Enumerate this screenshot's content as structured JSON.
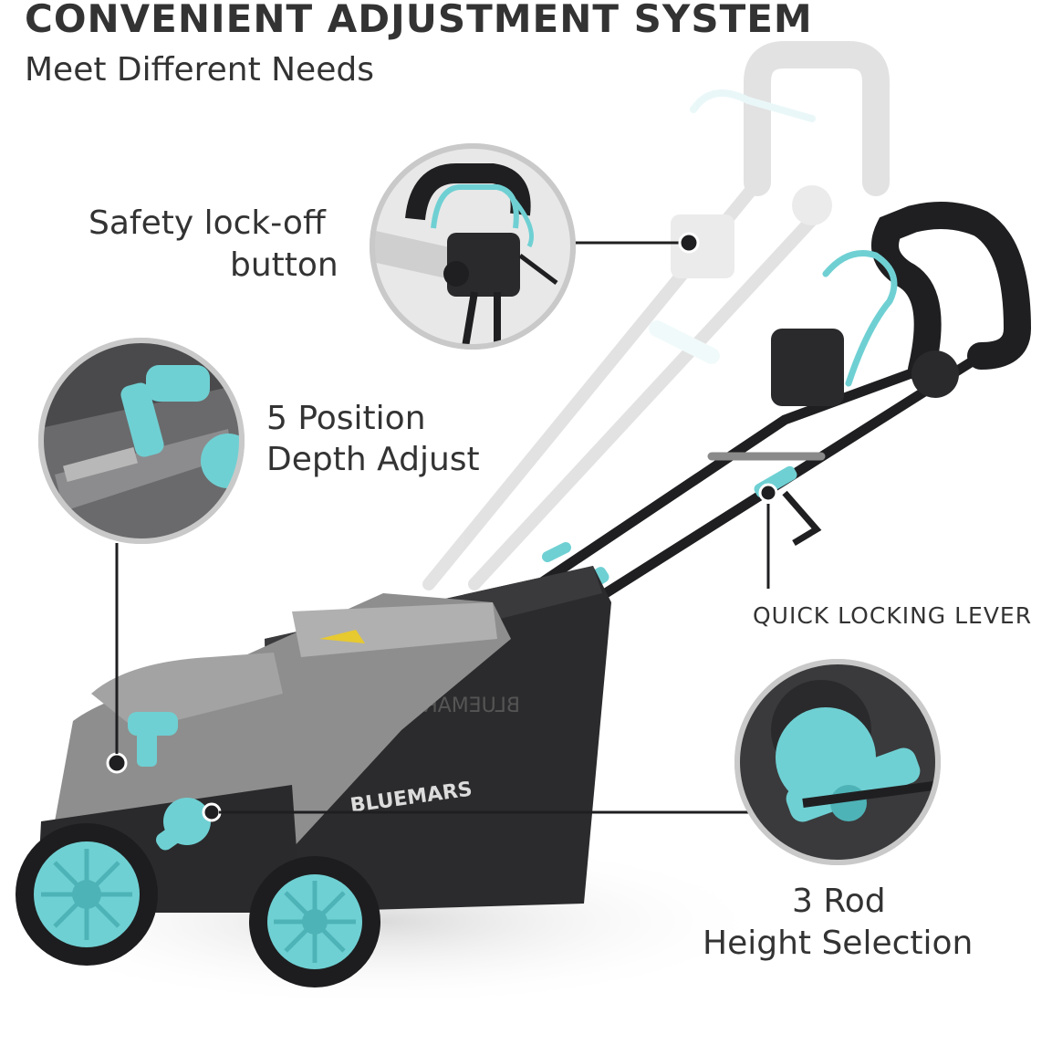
{
  "header": {
    "title": "CONVENIENT ADJUSTMENT SYSTEM",
    "subtitle": "Meet Different Needs"
  },
  "callouts": {
    "safety_line1": "Safety lock-off",
    "safety_line2": "button",
    "depth_line1": "5 Position",
    "depth_line2": "Depth Adjust",
    "quick_lock": "QUICK LOCKING LEVER",
    "rod_line1": "3 Rod",
    "rod_line2": "Height Selection"
  },
  "product": {
    "brand_text": "BLUEMARS",
    "brand_text_mirrored": "BLUEMARS"
  },
  "colors": {
    "accent": "#6fd0d3",
    "body_gray": "#8e8e8e",
    "bag_dark": "#2b2b2d",
    "text": "#333333"
  }
}
